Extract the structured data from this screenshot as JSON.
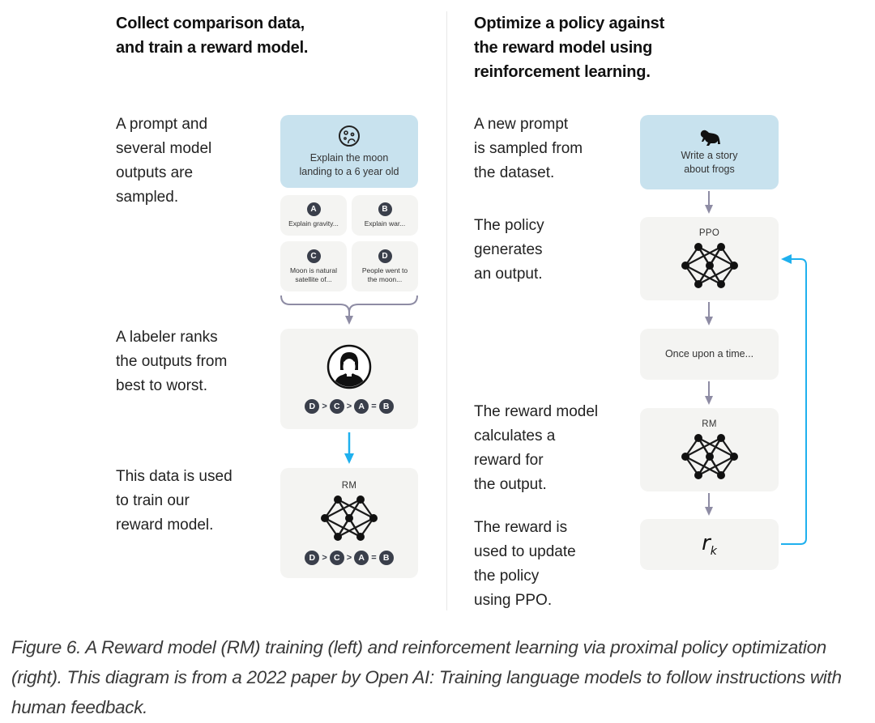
{
  "left": {
    "heading": "Collect comparison data,\nand train a reward model.",
    "steps": [
      "A prompt and\nseveral model\noutputs are\nsampled.",
      "A labeler ranks\nthe outputs from\nbest to worst.",
      "This data is used\nto train our\nreward model."
    ],
    "prompt_icon": "moon-icon",
    "prompt_text": "Explain the moon\nlanding to a 6 year old",
    "outputs": [
      {
        "letter": "A",
        "text": "Explain gravity..."
      },
      {
        "letter": "B",
        "text": "Explain war..."
      },
      {
        "letter": "C",
        "text": "Moon is natural\nsatellite of..."
      },
      {
        "letter": "D",
        "text": "People went to\nthe moon..."
      }
    ],
    "labeler_icon": "person-avatar-icon",
    "ranking": [
      {
        "letter": "D"
      },
      {
        "op": ">"
      },
      {
        "letter": "C"
      },
      {
        "op": ">"
      },
      {
        "letter": "A"
      },
      {
        "op": "="
      },
      {
        "letter": "B"
      }
    ],
    "rm_label": "RM"
  },
  "right": {
    "heading": "Optimize a policy against\nthe reward model using\nreinforcement learning.",
    "steps": [
      "A new prompt\nis sampled from\nthe dataset.",
      "The policy\ngenerates\nan output.",
      "The reward model\ncalculates a\nreward for\nthe output.",
      "The reward is\nused to update\nthe policy\nusing PPO."
    ],
    "prompt_icon": "frog-icon",
    "prompt_text": "Write a story\nabout frogs",
    "ppo_label": "PPO",
    "output_text": "Once upon a time...",
    "rm_label": "RM",
    "reward_symbol": "r",
    "reward_subscript": "k"
  },
  "colors": {
    "prompt_box": "#c8e2ee",
    "step_box": "#f4f4f2",
    "badge": "#3a3f4b",
    "gray_arrow": "#8e8ca4",
    "blue_arrow": "#1fb0ee"
  },
  "caption": "Figure 6. A Reward model (RM) training (left) and reinforcement learning via proximal policy optimization (right). This diagram is from a 2022 paper by Open AI: Training language models to follow instructions with human feedback."
}
